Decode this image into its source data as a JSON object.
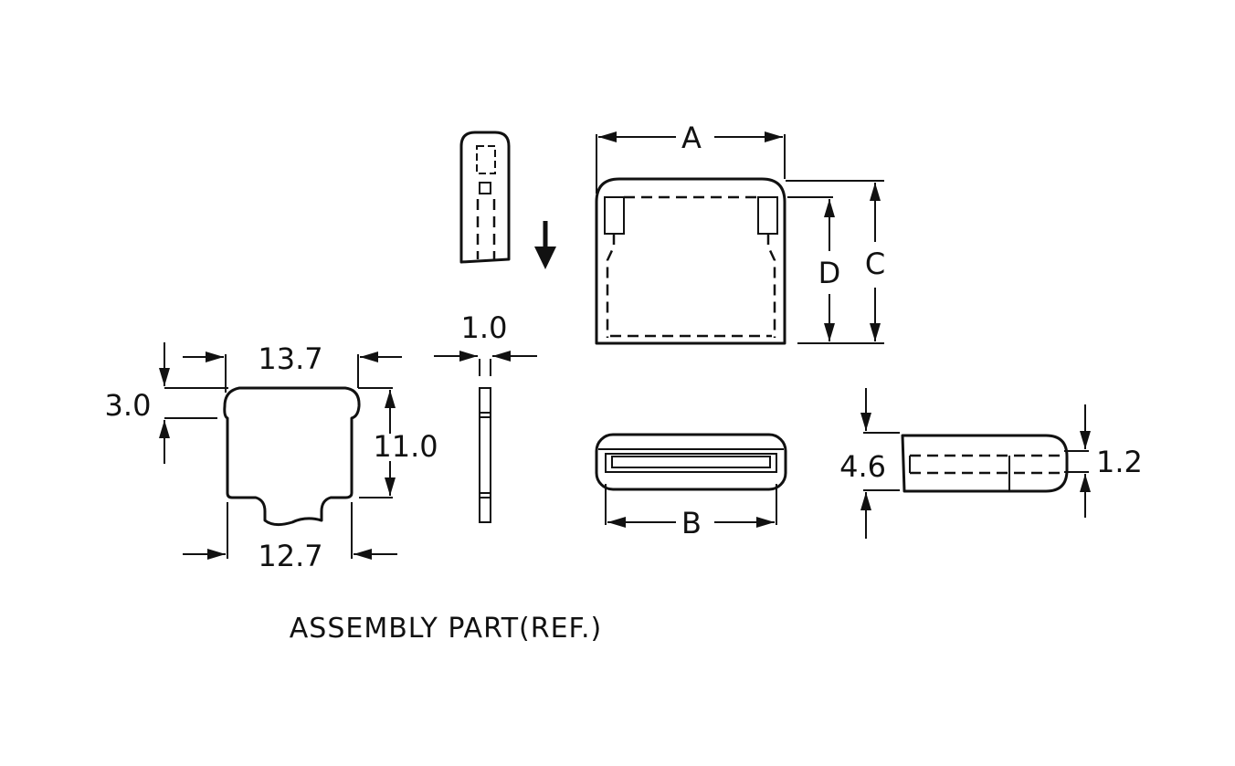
{
  "labels": {
    "A": "A",
    "B": "B",
    "C": "C",
    "D": "D",
    "dim_13_7": "13.7",
    "dim_3_0": "3.0",
    "dim_11_0": "11.0",
    "dim_12_7": "12.7",
    "dim_1_0": "1.0",
    "dim_4_6": "4.6",
    "dim_1_2": "1.2"
  },
  "caption": "ASSEMBLY PART(REF.)",
  "colors": {
    "ink": "#111111",
    "background": "#ffffff"
  }
}
